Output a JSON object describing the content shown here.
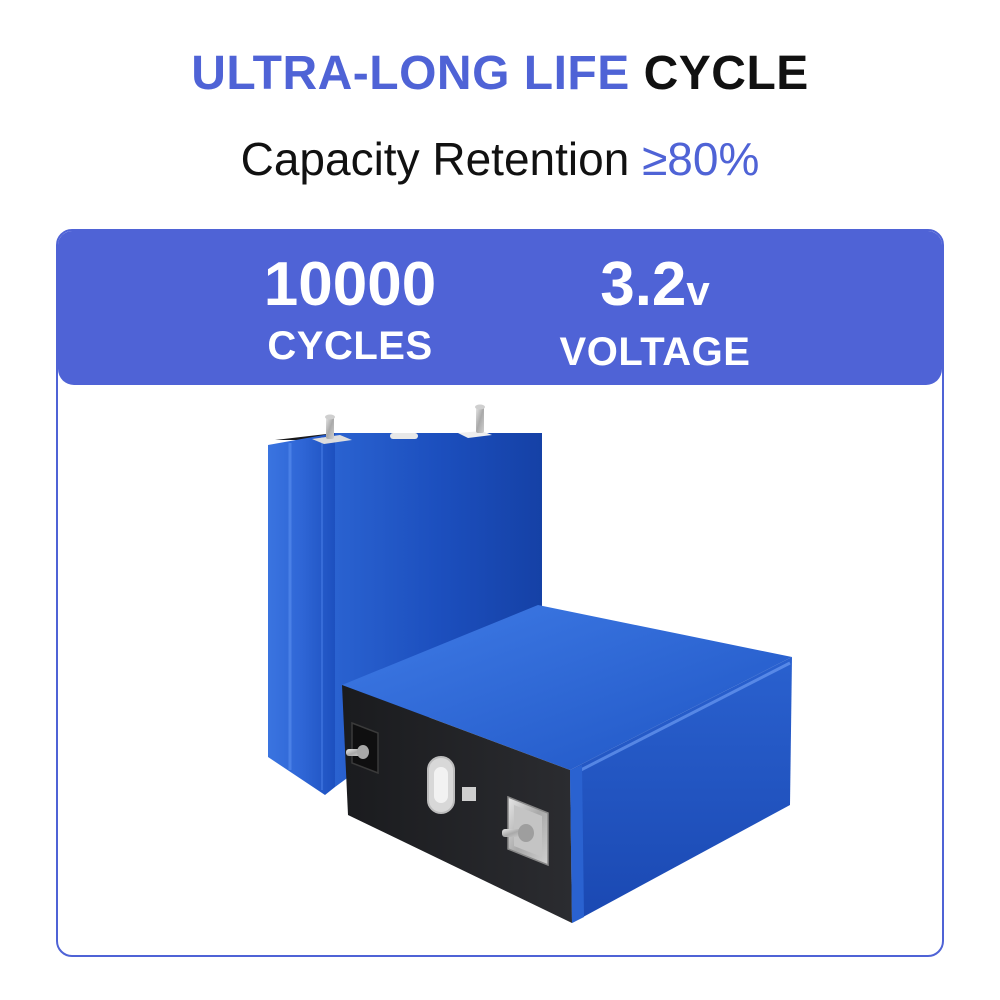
{
  "colors": {
    "accent": "#4f63d6",
    "text_dark": "#111111",
    "cell_blue": "#1b4fbd",
    "cell_blue_light": "#3b74e4",
    "terminal_black": "#1c1c1e"
  },
  "header": {
    "title_accent": "ULTRA-LONG LIFE",
    "title_dark": "CYCLE",
    "subtitle_text": "Capacity Retention",
    "subtitle_value": "≥80%"
  },
  "stats": {
    "cycles": {
      "value": "10000",
      "label": "CYCLES"
    },
    "voltage": {
      "value": "3.2",
      "unit": "v",
      "label": "VOLTAGE"
    }
  },
  "image": {
    "icon": "lifepo4-prismatic-cell-icon"
  }
}
